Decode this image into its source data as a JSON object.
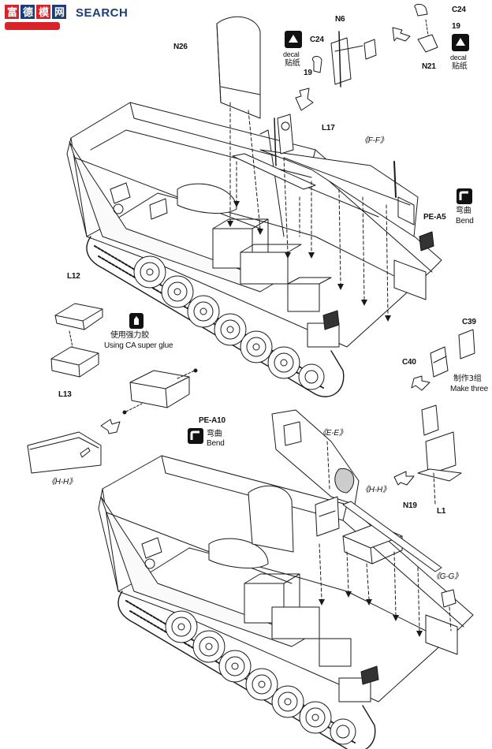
{
  "watermark": {
    "text": "SEARCH"
  },
  "labels": {
    "c24_top": "C24",
    "n19_top": "19",
    "n21": "N21",
    "decal_r_en": "decal",
    "decal_r_cn": "贴纸",
    "n26": "N26",
    "decal_l_en": "decal",
    "decal_l_cn": "贴纸",
    "c24_mid": "C24",
    "n6": "N6",
    "n19_mid": "19",
    "l17": "L17",
    "ff": "《F-F》",
    "bend_cn_1": "弯曲",
    "bend_en_1": "Bend",
    "pe_a5": "PE-A5",
    "l12": "L12",
    "glue_cn": "使用强力胶",
    "glue_en": "Using CA super glue",
    "l13": "L13",
    "c39": "C39",
    "c40": "C40",
    "make3_cn": "制作3组",
    "make3_en": "Make three",
    "pe_a10": "PE-A10",
    "bend_cn_2": "弯曲",
    "bend_en_2": "Bend",
    "hh_left": "《H-H》",
    "ee": "《E-E》",
    "hh_mid": "《H-H》",
    "n19_bottom": "N19",
    "l1": "L1",
    "gg": "《G-G》"
  },
  "icons": [
    "decal-icon",
    "bend-icon",
    "glue-icon",
    "arrow-icon",
    "watermark-logo-icon"
  ],
  "colors": {
    "line": "#1a1a1a",
    "logo_red": "#d8232a",
    "logo_blue": "#1b3e7a"
  }
}
